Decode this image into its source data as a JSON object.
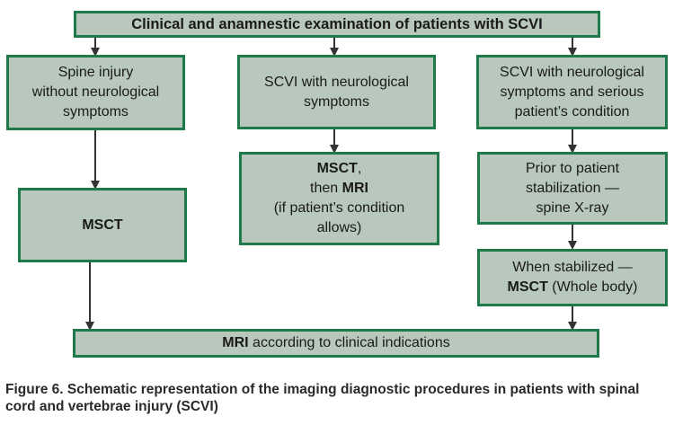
{
  "diagram": {
    "top": {
      "label": "Clinical and anamnestic examination of patients with SCVI"
    },
    "col1": {
      "head": {
        "line1": "Spine injury",
        "line2": "without neurological",
        "line3": "symptoms"
      },
      "msct": {
        "label": "MSCT"
      }
    },
    "col2": {
      "head": {
        "line1": "SCVI with neurological",
        "line2": "symptoms"
      },
      "detail": {
        "msct": "MSCT",
        "comma": ",",
        "then": "then ",
        "mri": "MRI",
        "line3": "(if patient’s condition",
        "line4": "allows)"
      }
    },
    "col3": {
      "head": {
        "line1": "SCVI with neurological",
        "line2": "symptoms and serious",
        "line3": "patient’s condition"
      },
      "prior": {
        "line1": "Prior to patient",
        "line2": "stabilization —",
        "line3": "spine X-ray"
      },
      "stabilized": {
        "line1": "When stabilized —",
        "msct": "MSCT",
        "rest": " (Whole body)"
      }
    },
    "bottom": {
      "mri": "MRI",
      "rest": " according to clinical indications"
    }
  },
  "caption": "Figure 6. Schematic representation of the imaging diagnostic procedures in patients with spinal cord and vertebrae injury (SCVI)",
  "colors": {
    "box_fill": "#b8c8bc",
    "box_border": "#1f7a4a",
    "arrow": "#333333"
  }
}
